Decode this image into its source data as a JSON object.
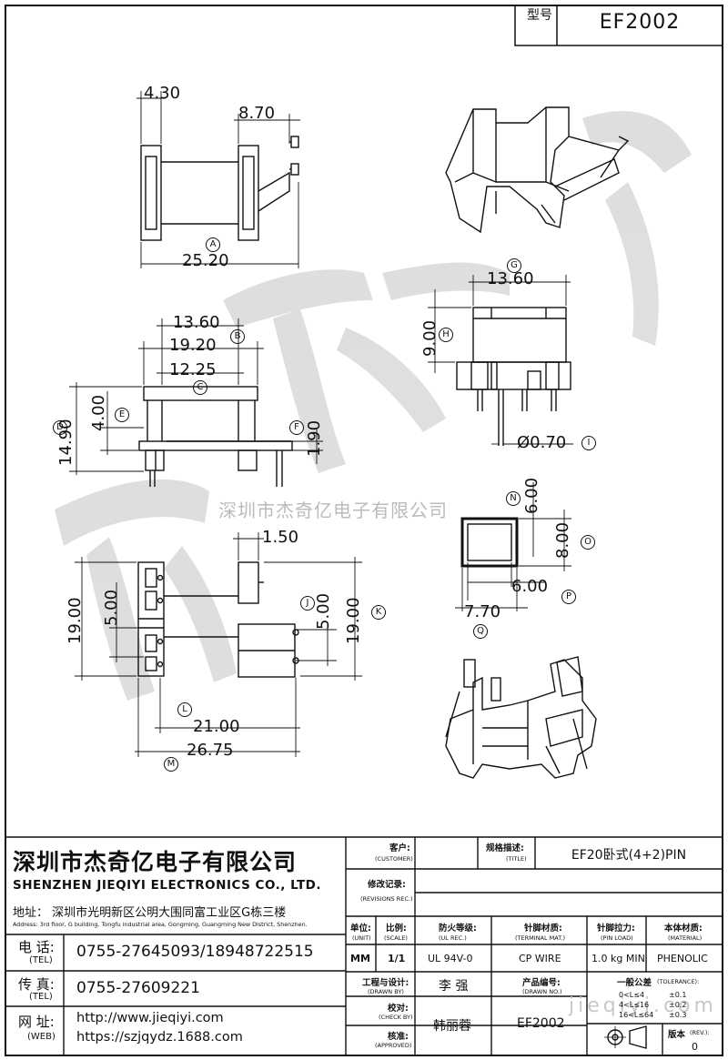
{
  "header": {
    "model_label": "型号",
    "model_value": "EF2002"
  },
  "watermark": {
    "company_text": "深圳市杰奇亿电子有限公司",
    "site_text": "jieqiyi.com"
  },
  "dimensions": {
    "top_view": {
      "a": "4.30",
      "b": "8.70",
      "c": "25.20",
      "marker_a": "A"
    },
    "right_view": {
      "width": "13.60",
      "height": "9.00",
      "pin": "Ø0.70",
      "marker_g": "G",
      "marker_h": "H",
      "marker_i": "I"
    },
    "front_view": {
      "d1": "13.60",
      "d2": "19.20",
      "d3": "12.25",
      "h1": "14.90",
      "h2": "4.00",
      "h3": "1.90",
      "marker_b": "B",
      "marker_c": "C",
      "marker_d": "D",
      "marker_e": "E",
      "marker_f": "F"
    },
    "bottom_view": {
      "top": "1.50",
      "left_h": "19.00",
      "left_inner": "5.00",
      "right_inner": "5.00",
      "right_h": "19.00",
      "w1": "21.00",
      "w2": "26.75",
      "marker_j": "J",
      "marker_k": "K",
      "marker_l": "L",
      "marker_m": "M"
    },
    "section_view": {
      "top": "6.00",
      "height": "8.00",
      "inner": "6.00",
      "outer": "7.70",
      "marker_n": "N",
      "marker_o": "O",
      "marker_p": "P",
      "marker_q": "Q"
    }
  },
  "company": {
    "name_cn": "深圳市杰奇亿电子有限公司",
    "name_en": "SHENZHEN JIEQIYI ELECTRONICS CO., LTD.",
    "address_cn": "地址： 深圳市光明新区公明大围同富工业区G栋三楼",
    "address_en": "Address: 3rd floor, G building, Tongfu industrial area, Gongming, Guangming New District, Shenzhen.",
    "tel_label": "电 话:",
    "tel_label_en": "(TEL)",
    "tel": "0755-27645093/18948722515",
    "fax_label": "传 真:",
    "fax_label_en": "(TEL)",
    "fax": "0755-27609221",
    "web_label": "网 址:",
    "web_label_en": "(WEB)",
    "web1": "http://www.jieqiyi.com",
    "web2": "https://szjqydz.1688.com"
  },
  "titleblock": {
    "customer_cn": "客户:",
    "customer_en": "(CUSTOMER)",
    "customer_value": "",
    "title_cn": "规格描述:",
    "title_en": "(TITLE)",
    "title_value": "EF20卧式(4+2)PIN",
    "rev_cn": "修改记录:",
    "rev_en": "(REVISIONS REC.)",
    "unit_cn": "单位:",
    "unit_en": "(UNIT)",
    "unit_value": "MM",
    "scale_cn": "比例:",
    "scale_en": "(SCALE)",
    "scale_value": "1/1",
    "ulrec_cn": "防火等级:",
    "ulrec_en": "(UL REC.)",
    "ulrec_value": "UL 94V-0",
    "terminal_cn": "针脚材质:",
    "terminal_en": "(TERMINAL MAT.)",
    "terminal_value": "CP WIRE",
    "pinload_cn": "针脚拉力:",
    "pinload_en": "(PIN LOAD)",
    "pinload_value": "1.0 kg MIN",
    "material_cn": "本体材质:",
    "material_en": "(MATERIAL)",
    "material_value": "PHENOLIC",
    "drawn_cn": "工程与设计:",
    "drawn_en": "(DRAWN BY)",
    "drawn_value": "李 强",
    "drawnno_cn": "产品编号:",
    "drawnno_en": "(DRAWN NO.)",
    "drawnno_value": "EF2002",
    "check_cn": "校对:",
    "check_en": "(CHECK BY)",
    "check_value": "韩丽蓉",
    "approved_cn": "核准:",
    "approved_en": "(APPROVED)",
    "tolerance_cn": "一般公差",
    "tolerance_en": "(TOLERANCE):",
    "tol_rows": [
      {
        "range": "0<L≤4",
        "tol": "±0.1"
      },
      {
        "range": "4<L≤16",
        "tol": "±0.2"
      },
      {
        "range": "16<L≤64",
        "tol": "±0.3"
      }
    ],
    "version_cn": "版本",
    "version_en": "(REV.):",
    "version_value": "0"
  }
}
